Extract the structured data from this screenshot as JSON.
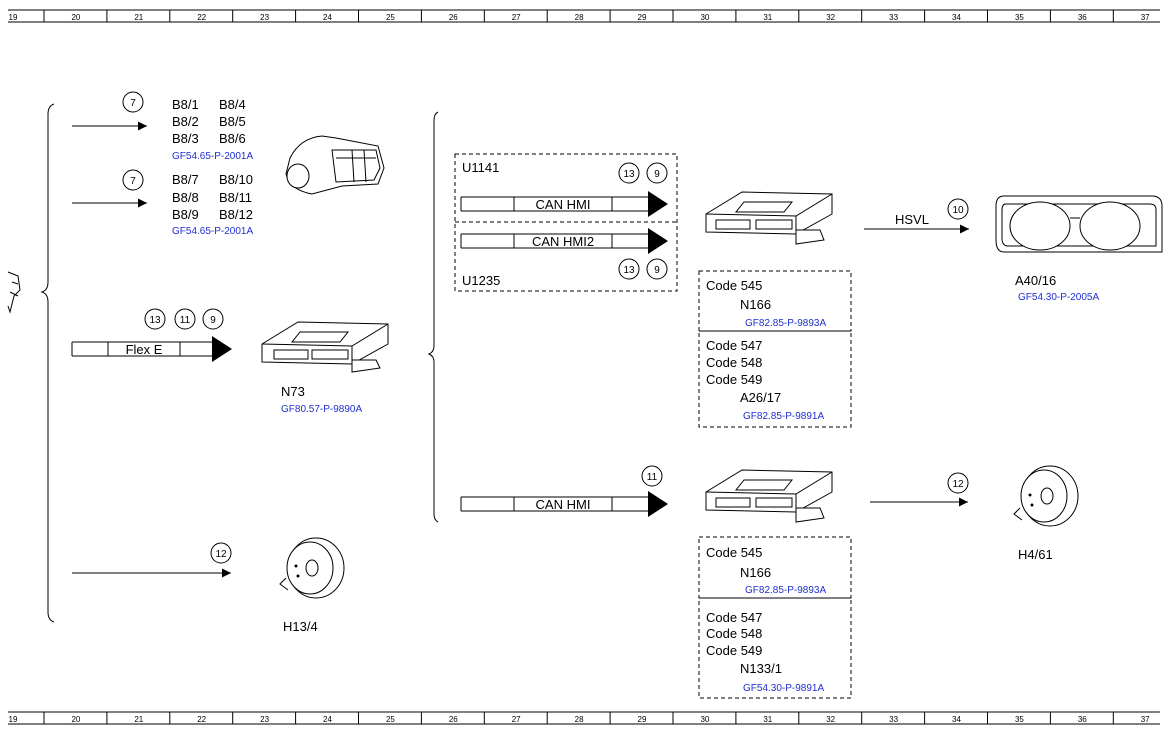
{
  "ruler": {
    "numbers": [
      "19",
      "20",
      "21",
      "22",
      "23",
      "24",
      "25",
      "26",
      "27",
      "28",
      "29",
      "30",
      "31",
      "32",
      "33",
      "34",
      "35",
      "36",
      "37"
    ]
  },
  "left": {
    "group1": {
      "bubble": "7",
      "labels": [
        "B8/1",
        "B8/4",
        "B8/2",
        "B8/5",
        "B8/3",
        "B8/6"
      ],
      "ref": "GF54.65-P-2001A"
    },
    "group2": {
      "bubble": "7",
      "labels": [
        "B8/7",
        "B8/10",
        "B8/8",
        "B8/11",
        "B8/9",
        "B8/12"
      ],
      "ref": "GF54.65-P-2001A"
    },
    "flex": {
      "bubbles": [
        "13",
        "11",
        "9"
      ],
      "bus": "Flex E",
      "component": "N73",
      "ref": "GF80.57-P-9890A"
    },
    "horn": {
      "bubble": "12",
      "component": "H13/4"
    }
  },
  "middle": {
    "box_top_label": "U1141",
    "box_bottom_label": "U1235",
    "bus1": {
      "label": "CAN HMI",
      "bubbles": [
        "13",
        "9"
      ]
    },
    "bus2": {
      "label": "CAN HMI2",
      "bubbles": [
        "13",
        "9"
      ]
    },
    "bus3": {
      "label": "CAN HMI",
      "bubble": "11"
    }
  },
  "top_module": {
    "box1": {
      "codes": [
        "Code 545"
      ],
      "component": "N166",
      "ref": "GF82.85-P-9893A"
    },
    "box2": {
      "codes": [
        "Code 547",
        "Code 548",
        "Code 549"
      ],
      "component": "A26/17",
      "ref": "GF82.85-P-9891A"
    },
    "hsvl": "HSVL",
    "hsvl_bubble": "10",
    "cluster": "A40/16",
    "cluster_ref": "GF54.30-P-2005A"
  },
  "bottom_module": {
    "box1": {
      "codes": [
        "Code 545"
      ],
      "component": "N166",
      "ref": "GF82.85-P-9893A"
    },
    "box2": {
      "codes": [
        "Code 547",
        "Code 548",
        "Code 549"
      ],
      "component": "N133/1",
      "ref": "GF54.30-P-9891A"
    },
    "bubble": "12",
    "horn": "H4/61"
  }
}
